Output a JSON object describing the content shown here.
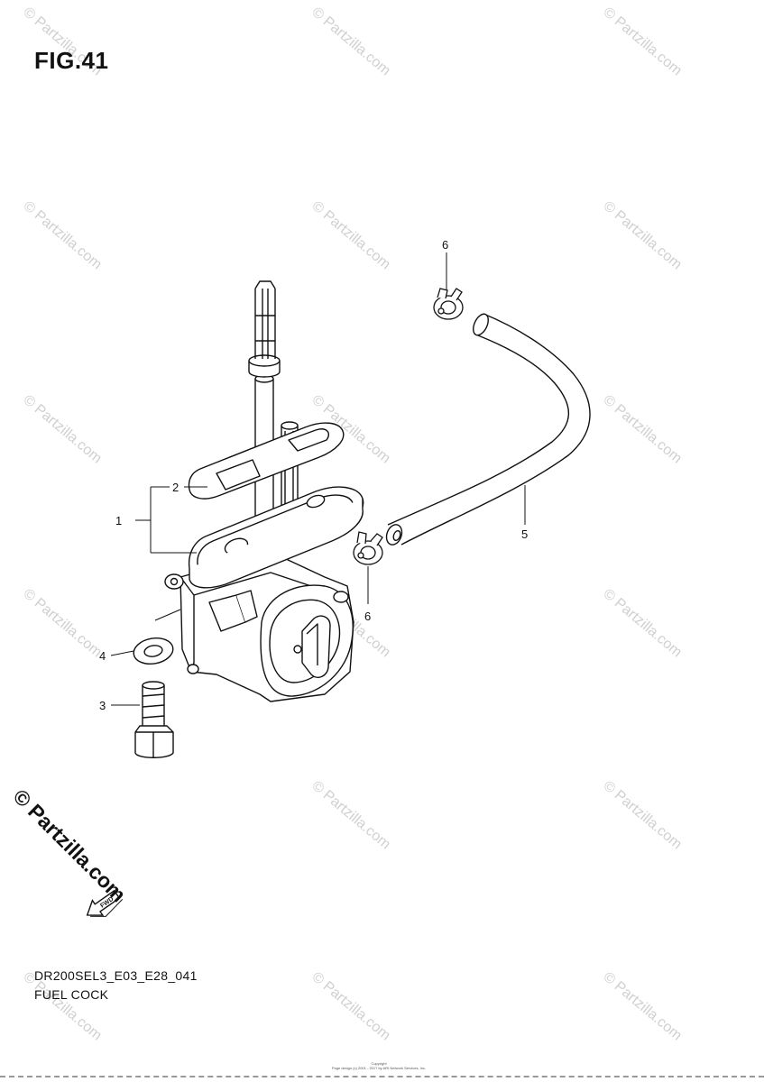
{
  "figure": {
    "title": "FIG.41",
    "code": "DR200SEL3_E03_E28_041",
    "name": "FUEL COCK"
  },
  "watermark": {
    "text": "© Partzilla.com",
    "featured_text": "© Partzilla.com"
  },
  "callouts": {
    "p1": "1",
    "p2": "2",
    "p3": "3",
    "p4": "4",
    "p5": "5",
    "p6a": "6",
    "p6b": "6"
  },
  "direction_label": "FWD",
  "copyright": {
    "heading": "Copyright",
    "line": "Page design (c) 2001 - 2017 by ARI Network Services, Inc."
  }
}
